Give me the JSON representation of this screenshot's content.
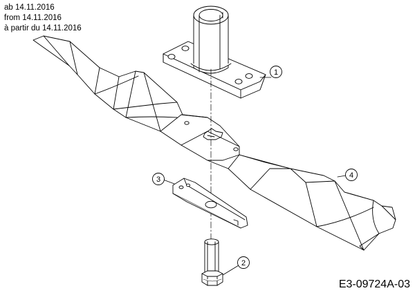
{
  "validity_note": {
    "german": "ab 14.11.2016",
    "english": "from 14.11.2016",
    "french": "à partir du 14.11.2016"
  },
  "callouts": [
    {
      "number": "1",
      "part": "blade-adapter"
    },
    {
      "number": "2",
      "part": "hex-bolt"
    },
    {
      "number": "3",
      "part": "blade-support-plate"
    },
    {
      "number": "4",
      "part": "mower-blade"
    }
  ],
  "diagram_code": "E3-09724A-03",
  "line_color": "#000000"
}
